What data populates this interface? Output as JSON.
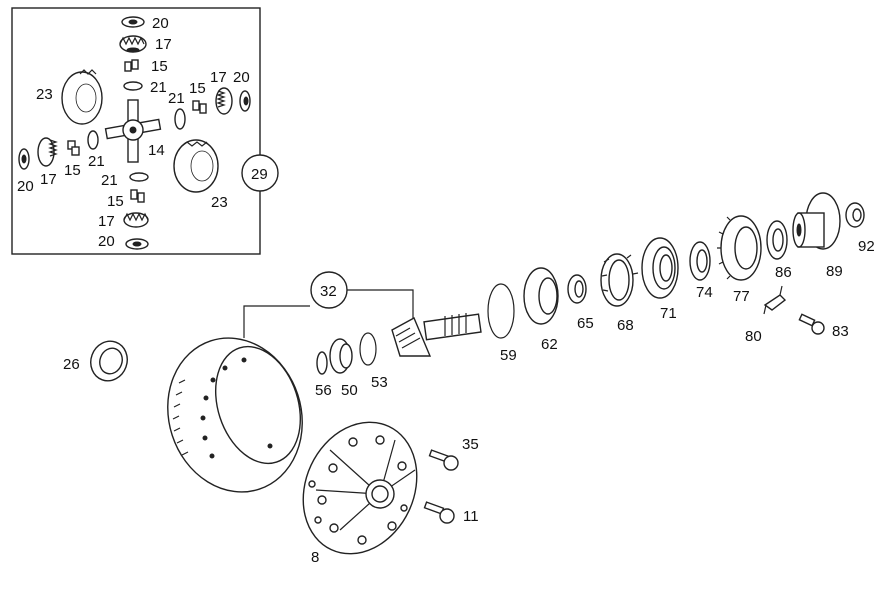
{
  "labels": {
    "l20a": "20",
    "l17a": "17",
    "l15a": "15",
    "l21a": "21",
    "l23a": "23",
    "l21b": "21",
    "l15b": "15",
    "l17b": "17",
    "l20b": "20",
    "l20c": "20",
    "l17c": "17",
    "l15c": "15",
    "l21c": "21",
    "l14": "14",
    "l21d": "21",
    "l23b": "23",
    "l15d": "15",
    "l17d": "17",
    "l20d": "20",
    "l29": "29",
    "l32": "32",
    "l26": "26",
    "l56": "56",
    "l50": "50",
    "l53": "53",
    "l59": "59",
    "l62": "62",
    "l65": "65",
    "l68": "68",
    "l71": "71",
    "l74": "74",
    "l77": "77",
    "l80": "80",
    "l83": "83",
    "l86": "86",
    "l89": "89",
    "l92": "92",
    "l35": "35",
    "l11": "11",
    "l8": "8"
  }
}
